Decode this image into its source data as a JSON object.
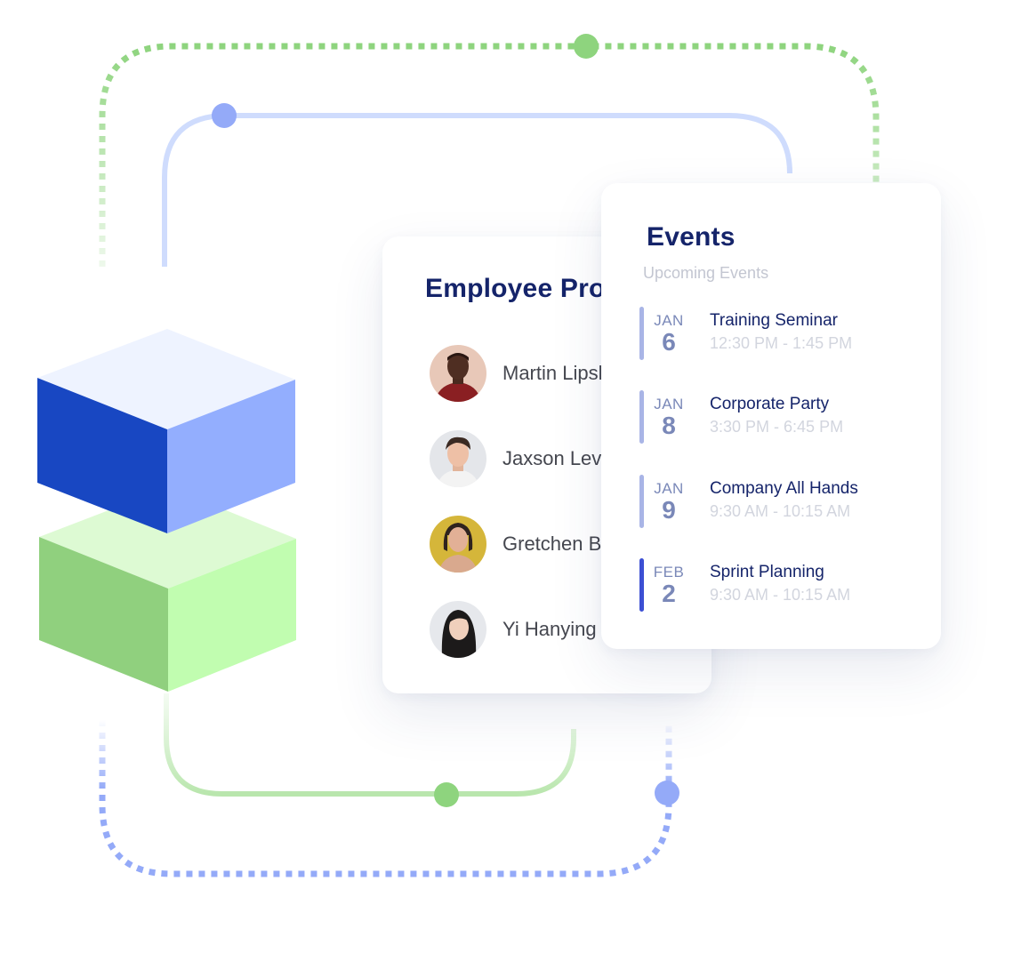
{
  "profiles_card": {
    "title": "Employee Profiles",
    "people": [
      {
        "name": "Martin Lipshutz"
      },
      {
        "name": "Jaxson Levin"
      },
      {
        "name": "Gretchen Bator"
      },
      {
        "name": "Yi Hanying"
      }
    ]
  },
  "events_card": {
    "title": "Events",
    "subtitle": "Upcoming Events",
    "events": [
      {
        "month": "JAN",
        "day": "6",
        "title": "Training Seminar",
        "time": "12:30 PM - 1:45 PM"
      },
      {
        "month": "JAN",
        "day": "8",
        "title": "Corporate Party",
        "time": "3:30 PM - 6:45 PM"
      },
      {
        "month": "JAN",
        "day": "9",
        "title": "Company All Hands",
        "time": "9:30 AM - 10:15 AM"
      },
      {
        "month": "FEB",
        "day": "2",
        "title": "Sprint Planning",
        "time": "9:30 AM - 10:15 AM"
      }
    ]
  },
  "colors": {
    "title_navy": "#15246a",
    "accent_blue": "#3c4fd3",
    "muted_bar": "#a9b5e6",
    "green_line": "#8ed47e",
    "blue_line": "#94aaf8"
  }
}
